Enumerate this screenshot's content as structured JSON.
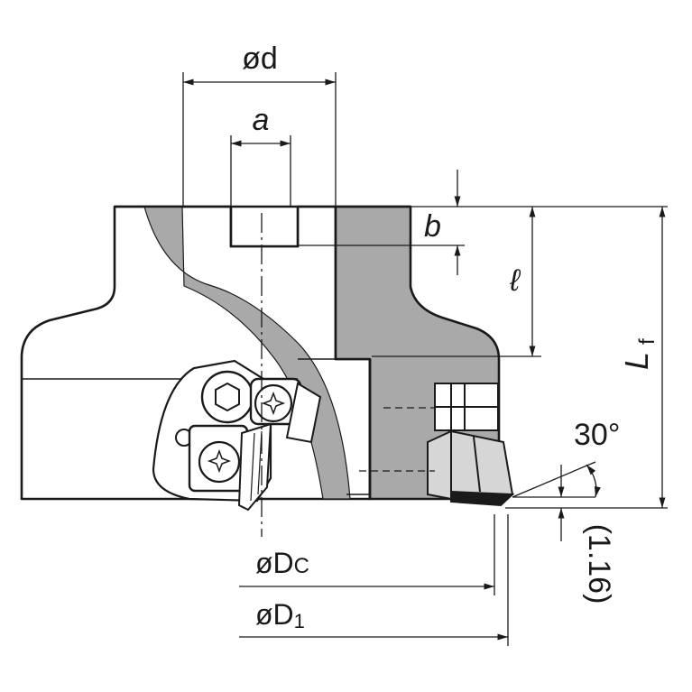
{
  "labels": {
    "od": "ød",
    "a": "a",
    "b": "b",
    "ell": "ℓ",
    "lf_main": "L",
    "lf_sub": "f",
    "angle": "30°",
    "dim116": "(1.16)",
    "odc_main": "øD",
    "odc_sub": "C",
    "od1_main": "øD",
    "od1_sub": "1"
  },
  "colors": {
    "line": "#1a1a1a",
    "section_fill": "#a9a9a9",
    "body_fill": "#ffffff",
    "insert_fill": "#d6d6d6"
  }
}
